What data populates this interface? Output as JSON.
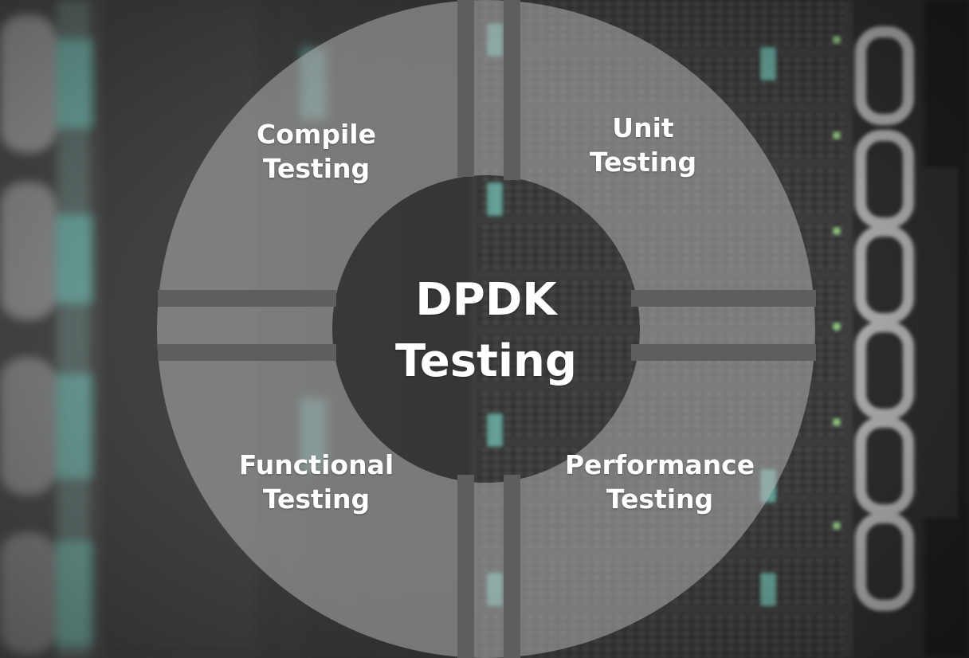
{
  "diagram": {
    "center": {
      "line1": "DPDK",
      "line2": "Testing"
    },
    "quadrants": {
      "top_left": {
        "line1": "Compile",
        "line2": "Testing"
      },
      "top_right": {
        "line1": "Unit",
        "line2": "Testing"
      },
      "bottom_left": {
        "line1": "Functional",
        "line2": "Testing"
      },
      "bottom_right": {
        "line1": "Performance",
        "line2": "Testing"
      }
    }
  },
  "colors": {
    "ring_fill": "#b8b8b8",
    "divider": "#5e5e5e",
    "text": "#ffffff",
    "background": "#3a3a3a",
    "server_accent": "#6fb8ad"
  }
}
